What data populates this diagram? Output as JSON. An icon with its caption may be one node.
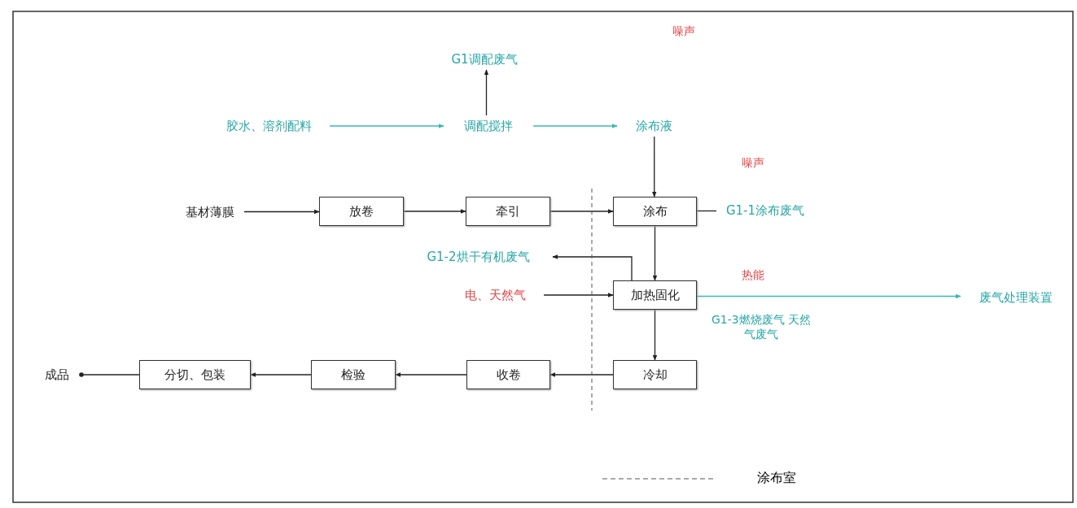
{
  "diagram": {
    "nodes": [
      {
        "text": [
          "基材薄膜"
        ]
      },
      {
        "text": [
          "放卷"
        ]
      },
      {
        "text": [
          "牵引"
        ]
      },
      {
        "text": [
          "涂布"
        ]
      },
      {
        "text": [
          "加热固化"
        ]
      },
      {
        "text": [
          "冷却"
        ]
      },
      {
        "text": [
          "收卷"
        ]
      },
      {
        "text": [
          "检验"
        ]
      },
      {
        "text": [
          "分切、包装"
        ]
      },
      {
        "text": [
          "成品"
        ]
      },
      {
        "text": [
          "胶水、溶剂配料"
        ]
      },
      {
        "text": [
          "调配搅拌"
        ]
      },
      {
        "text": [
          "涂布液"
        ]
      },
      {
        "text": [
          "G1调配废气"
        ]
      },
      {
        "text": [
          "G1-2烘干有机废气"
        ]
      },
      {
        "text": [
          "电、天然气"
        ]
      },
      {
        "text": [
          "废气处理装置"
        ]
      },
      {
        "text": [
          "G1-1涂布废气"
        ]
      }
    ],
    "edges": [
      {
        "from": 0,
        "to": 1,
        "arrow": "to"
      },
      {
        "from": 1,
        "to": 2,
        "arrow": "to"
      },
      {
        "from": 2,
        "to": 3,
        "arrow": "to"
      },
      {
        "from": 3,
        "to": 4,
        "arrow": "to"
      },
      {
        "from": 4,
        "to": 5,
        "arrow": "to"
      },
      {
        "from": 5,
        "to": 6,
        "arrow": "to"
      },
      {
        "from": 6,
        "to": 7,
        "arrow": "to"
      },
      {
        "from": 7,
        "to": 8,
        "arrow": "to"
      },
      {
        "from": 8,
        "to": 9,
        "arrow": "other"
      },
      {
        "from": 10,
        "to": 11,
        "arrow": "to",
        "color": "#3bb8b8"
      },
      {
        "from": 11,
        "to": 12,
        "arrow": "to",
        "color": "#3bb8b8"
      },
      {
        "from": 12,
        "to": 3,
        "arrow": "to"
      },
      {
        "from": 11,
        "to": 13,
        "arrow": "to"
      },
      {
        "from": 4,
        "to": 14,
        "arrow": "to"
      },
      {
        "from": 15,
        "to": 4,
        "arrow": "to"
      },
      {
        "from": 4,
        "to": 16,
        "arrow": "to",
        "color": "#3bb8b8"
      },
      {
        "from": 3,
        "to": 17,
        "arrow": "none"
      }
    ],
    "labels": [
      "噪声",
      "噪声",
      "热能",
      "G1-3燃烧废气 天然气废气"
    ],
    "legend": [
      {
        "text": "涂布室"
      }
    ]
  }
}
